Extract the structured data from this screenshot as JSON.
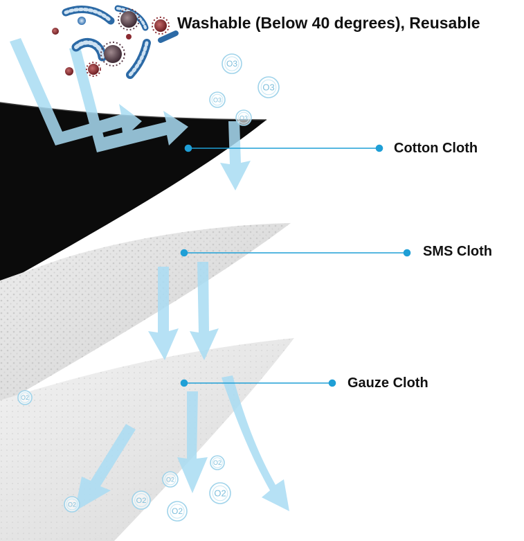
{
  "headline": "Washable (Below 40 degrees), Reusable",
  "layers": [
    {
      "label": "Cotton Cloth"
    },
    {
      "label": "SMS Cloth"
    },
    {
      "label": "Gauze Cloth"
    }
  ],
  "molecule_labels": {
    "ozone": "O3",
    "oxygen": "O2"
  },
  "colors": {
    "cotton_layer": "#0b0b0b",
    "sms_layer": "#dcdcdc",
    "gauze_layer": "#e6e6e6",
    "flow_arrow": "#a9dcf3",
    "leader_line": "#1f9fd6",
    "text": "#111111"
  },
  "icons": [
    "virus-particle-icon",
    "bacteria-icon",
    "ozone-molecule-icon",
    "oxygen-molecule-icon",
    "airflow-arrow-icon"
  ]
}
